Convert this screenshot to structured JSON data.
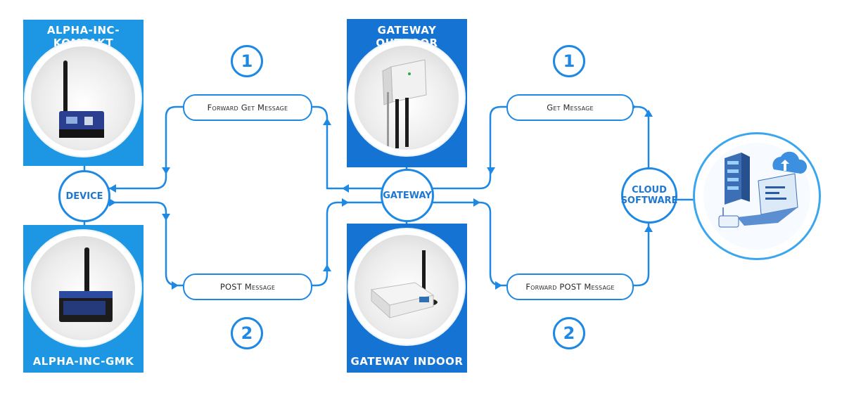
{
  "devices": {
    "top_title": "ALPHA-INC-KOMPAKT",
    "bottom_title": "ALPHA-INC-GMK"
  },
  "gateways": {
    "top_title": "GATEWAY OUTDOOR",
    "bottom_title": "GATEWAY INDOOR"
  },
  "nodes": {
    "device": "DEVICE",
    "gateway": "GATEWAY",
    "cloud_line1": "CLOUD",
    "cloud_line2": "SOFTWARE"
  },
  "messages": {
    "forward_get": "Forward Get Message",
    "get": "Get Message",
    "post": "POST Message",
    "forward_post": "Forward POST Message"
  },
  "steps": {
    "one": "1",
    "two": "2"
  },
  "colors": {
    "card_light": "#1d97e3",
    "card_dark": "#1573d4",
    "flow_line": "#1e88e5"
  },
  "icons": [
    "antenna-device-icon",
    "gateway-outdoor-icon",
    "gateway-indoor-icon",
    "cloud-server-laptop-icon"
  ]
}
